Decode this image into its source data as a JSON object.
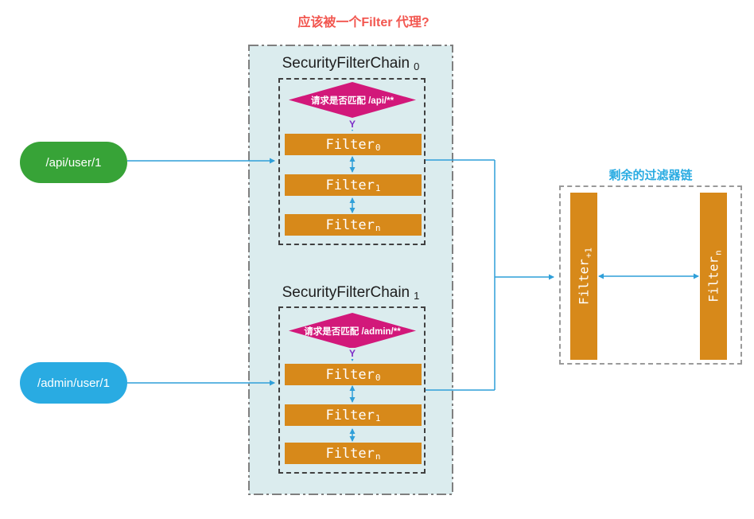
{
  "title": "应该被一个Filter 代理?",
  "requests": [
    {
      "label": "/api/user/1"
    },
    {
      "label": "/admin/user/1"
    }
  ],
  "chains": [
    {
      "name": "SecurityFilterChain",
      "index": "0",
      "condition": "请求是否匹配 /api/**",
      "branch_label": "Y",
      "filters": [
        {
          "name": "Filter",
          "sub": "0"
        },
        {
          "name": "Filter",
          "sub": "1"
        },
        {
          "name": "Filter",
          "sub": "n"
        }
      ]
    },
    {
      "name": "SecurityFilterChain",
      "index": "1",
      "condition": "请求是否匹配 /admin/**",
      "branch_label": "Y",
      "filters": [
        {
          "name": "Filter",
          "sub": "0"
        },
        {
          "name": "Filter",
          "sub": "1"
        },
        {
          "name": "Filter",
          "sub": "n"
        }
      ]
    }
  ],
  "remaining_chain": {
    "title": "剩余的过滤器链",
    "filters": [
      {
        "name": "Filter",
        "sub": "+1"
      },
      {
        "name": "Filter",
        "sub": "n"
      }
    ]
  },
  "colors": {
    "title_red": "#F25750",
    "chain_bg": "#DBECEE",
    "filter_orange": "#D7891A",
    "diamond_magenta": "#D2187A",
    "request_green": "#37A337",
    "request_blue": "#29ABE2",
    "connector_blue": "#2F9FD9",
    "branch_purple": "#7D2EC8",
    "remaining_title_blue": "#29ABE2"
  }
}
